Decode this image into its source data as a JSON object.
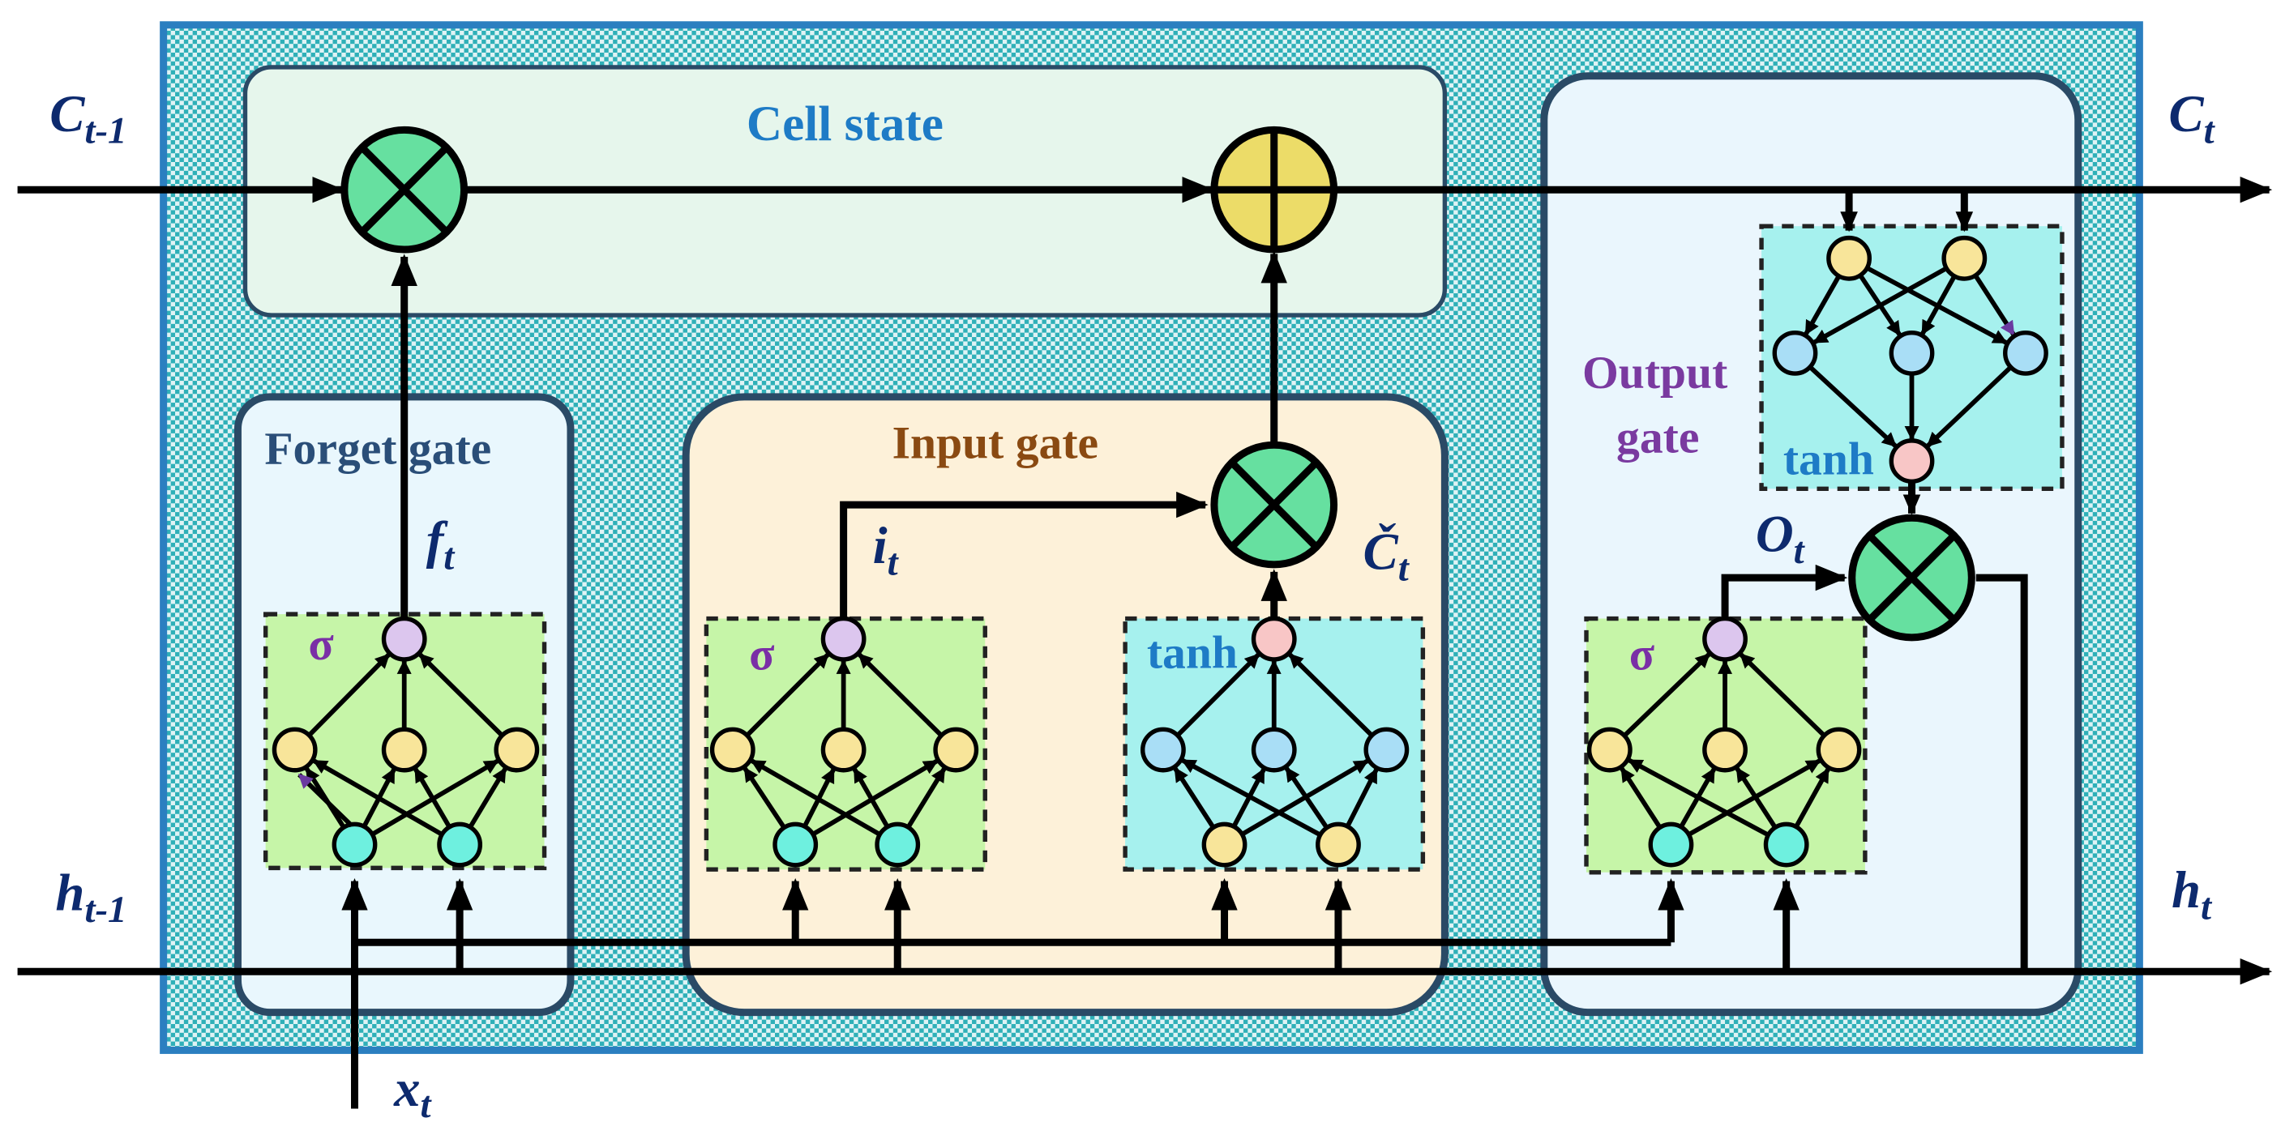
{
  "labels": {
    "c_prev": "C",
    "c_prev_sub": "t-1",
    "c_t": "C",
    "c_t_sub": "t",
    "h_prev": "h",
    "h_prev_sub": "t-1",
    "h_t": "h",
    "h_t_sub": "t",
    "x_t": "x",
    "x_t_sub": "t",
    "f_t": "f",
    "f_t_sub": "t",
    "i_t": "i",
    "i_t_sub": "t",
    "c_tilde": "Č",
    "c_tilde_sub": "t",
    "o_t": "O",
    "o_t_sub": "t"
  },
  "regions": {
    "cell_state": "Cell state",
    "forget_gate": "Forget gate",
    "input_gate": "Input gate",
    "output_gate_line1": "Output",
    "output_gate_line2": "gate"
  },
  "activations": {
    "forget": "σ",
    "input": "σ",
    "candidate": "tanh",
    "output": "σ",
    "output_tanh": "tanh"
  },
  "colors": {
    "outer_fill": "#1f9aa6",
    "outer_border": "#2b7fc0",
    "cell_state_fill": "#e6f6ec",
    "forget_fill": "#e9f7fd",
    "input_fill": "#fdf1d9",
    "output_fill": "#eaf6fd",
    "nn_green_fill": "#c6f5a8",
    "nn_cyan_fill": "#a6f1ee",
    "multiply_node": "#66e0a0",
    "add_node": "#ecdc68",
    "cell_state_text": "#1e7bc6",
    "forget_text": "#2a4e78",
    "input_text": "#8a4a12",
    "output_text": "#7a3aa0",
    "sigma_text": "#7a2fa6",
    "tanh_text": "#1e7bc6",
    "variable_text": "#0d2a6e"
  },
  "operators": {
    "forget_multiply": "multiply",
    "cell_add": "add",
    "input_multiply": "multiply",
    "output_multiply": "multiply"
  }
}
